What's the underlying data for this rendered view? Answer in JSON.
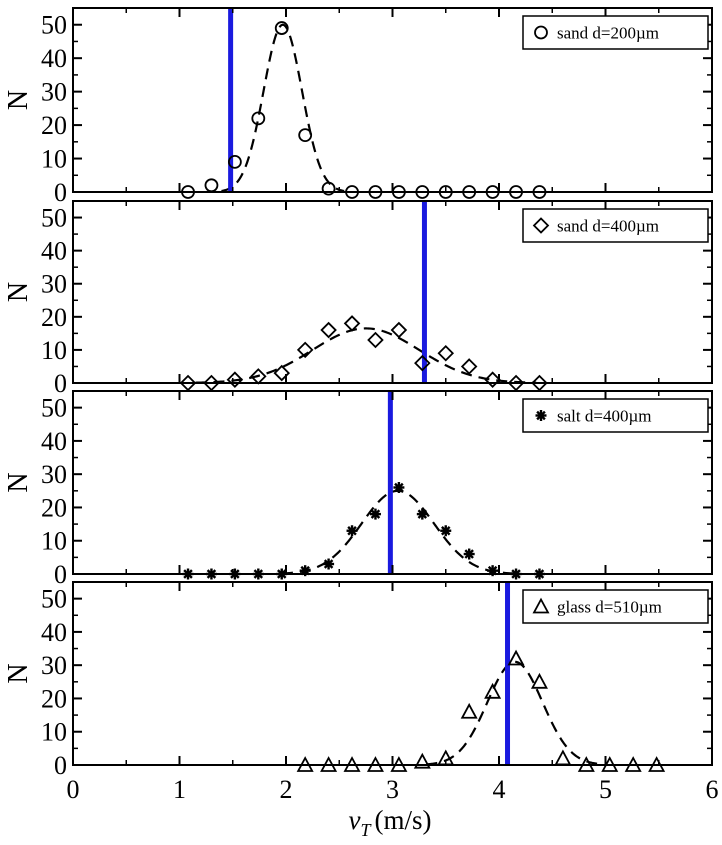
{
  "chart_data": {
    "type": "scatter",
    "xlim": [
      0,
      6
    ],
    "x_ticks": [
      "0",
      "1",
      "2",
      "3",
      "4",
      "5",
      "6"
    ],
    "xlabel": "v",
    "xlabel_sub": "T",
    "xlabel_unit": "(m/s)",
    "grid": false,
    "legend_placement": "top-right",
    "marker_color": "#000000",
    "fit_line_color": "#000000",
    "vline_color": "#1a1adf",
    "panels": [
      {
        "legend": "sand d=200µm",
        "marker": "circle",
        "ylabel": "N",
        "ylim": [
          0,
          55
        ],
        "y_ticks": [
          "0",
          "10",
          "20",
          "30",
          "40",
          "50"
        ],
        "vline_x": 1.48,
        "points": [
          [
            1.08,
            0
          ],
          [
            1.3,
            2
          ],
          [
            1.52,
            9
          ],
          [
            1.74,
            22
          ],
          [
            1.96,
            49
          ],
          [
            2.18,
            17
          ],
          [
            2.4,
            1
          ],
          [
            2.62,
            0
          ],
          [
            2.84,
            0
          ],
          [
            3.06,
            0
          ],
          [
            3.28,
            0
          ],
          [
            3.5,
            0
          ],
          [
            3.72,
            0
          ],
          [
            3.94,
            0
          ],
          [
            4.16,
            0
          ],
          [
            4.38,
            0
          ]
        ],
        "fit": {
          "amplitude": 50,
          "mean": 1.97,
          "sigma": 0.18
        }
      },
      {
        "legend": "sand d=400µm",
        "marker": "diamond",
        "ylabel": "N",
        "ylim": [
          0,
          55
        ],
        "y_ticks": [
          "0",
          "10",
          "20",
          "30",
          "40",
          "50"
        ],
        "vline_x": 3.3,
        "points": [
          [
            1.08,
            0
          ],
          [
            1.3,
            0
          ],
          [
            1.52,
            1
          ],
          [
            1.74,
            2
          ],
          [
            1.96,
            3
          ],
          [
            2.18,
            10
          ],
          [
            2.4,
            16
          ],
          [
            2.62,
            18
          ],
          [
            2.84,
            13
          ],
          [
            3.06,
            16
          ],
          [
            3.28,
            6
          ],
          [
            3.5,
            9
          ],
          [
            3.72,
            5
          ],
          [
            3.94,
            1
          ],
          [
            4.16,
            0
          ],
          [
            4.38,
            0
          ]
        ],
        "fit": {
          "amplitude": 16.5,
          "mean": 2.75,
          "sigma": 0.5
        }
      },
      {
        "legend": "salt d=400µm",
        "marker": "asterisk",
        "ylabel": "N",
        "ylim": [
          0,
          55
        ],
        "y_ticks": [
          "0",
          "10",
          "20",
          "30",
          "40",
          "50"
        ],
        "vline_x": 2.98,
        "points": [
          [
            1.08,
            0
          ],
          [
            1.3,
            0
          ],
          [
            1.52,
            0
          ],
          [
            1.74,
            0
          ],
          [
            1.96,
            0
          ],
          [
            2.18,
            1
          ],
          [
            2.4,
            3
          ],
          [
            2.62,
            13
          ],
          [
            2.84,
            18
          ],
          [
            3.06,
            26
          ],
          [
            3.28,
            18
          ],
          [
            3.5,
            13
          ],
          [
            3.72,
            6
          ],
          [
            3.94,
            1
          ],
          [
            4.16,
            0
          ],
          [
            4.38,
            0
          ]
        ],
        "fit": {
          "amplitude": 25,
          "mean": 3.05,
          "sigma": 0.34
        }
      },
      {
        "legend": "glass d=510µm",
        "marker": "triangle",
        "ylabel": "N",
        "ylim": [
          0,
          55
        ],
        "y_ticks": [
          "0",
          "10",
          "20",
          "30",
          "40",
          "50"
        ],
        "vline_x": 4.08,
        "points": [
          [
            2.18,
            0
          ],
          [
            2.4,
            0
          ],
          [
            2.62,
            0
          ],
          [
            2.84,
            0
          ],
          [
            3.06,
            0
          ],
          [
            3.28,
            1
          ],
          [
            3.5,
            2
          ],
          [
            3.72,
            16
          ],
          [
            3.94,
            22
          ],
          [
            4.16,
            32
          ],
          [
            4.38,
            25
          ],
          [
            4.6,
            2
          ],
          [
            4.82,
            0
          ],
          [
            5.04,
            0
          ],
          [
            5.26,
            0
          ],
          [
            5.48,
            0
          ]
        ],
        "fit": {
          "amplitude": 31,
          "mean": 4.15,
          "sigma": 0.26
        }
      }
    ]
  }
}
